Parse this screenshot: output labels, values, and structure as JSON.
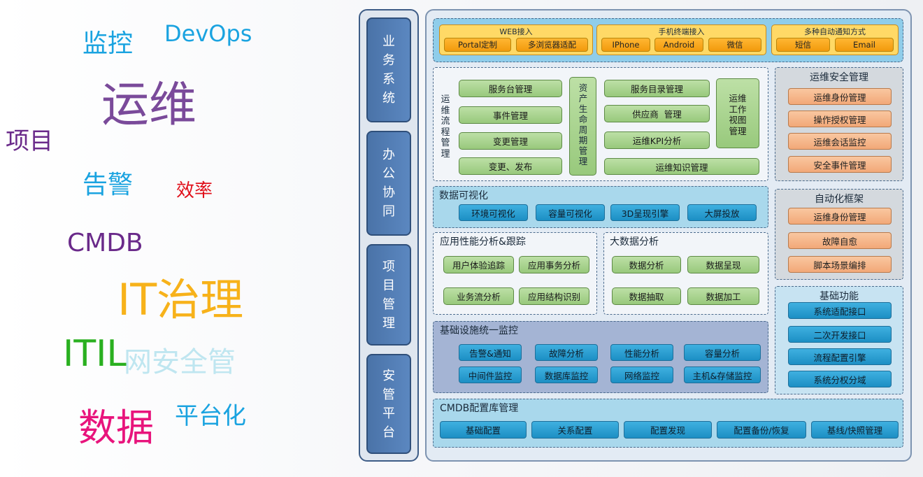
{
  "word_cloud": [
    {
      "text": "监控",
      "color": "#1aa3e0"
    },
    {
      "text": "DevOps",
      "color": "#1aa3e0"
    },
    {
      "text": "运维",
      "color": "#7a4a9a"
    },
    {
      "text": "项目",
      "color": "#6a2a8a"
    },
    {
      "text": "告警",
      "color": "#1aa3e0"
    },
    {
      "text": "效率",
      "color": "#e0101a"
    },
    {
      "text": "CMDB",
      "color": "#6a2a8a"
    },
    {
      "text": "IT治理",
      "color": "#f7b21a"
    },
    {
      "text": "ITIL",
      "color": "#2ab020"
    },
    {
      "text": "网安全管",
      "color": "#bfe6f0"
    },
    {
      "text": "数据",
      "color": "#e8147c"
    },
    {
      "text": "平台化",
      "color": "#1aa3e0"
    }
  ],
  "left_nav": [
    "业务系统",
    "办公协同",
    "项目管理",
    "安管平台"
  ],
  "access": {
    "web": {
      "title": "WEB接入",
      "items": [
        "Portal定制",
        "多浏览器适配"
      ]
    },
    "mobile": {
      "title": "手机终端接入",
      "items": [
        "IPhone",
        "Android",
        "微信"
      ]
    },
    "notify": {
      "title": "多种自动通知方式",
      "items": [
        "短信",
        "Email"
      ]
    }
  },
  "ops_process": {
    "label": "运维流程管理",
    "col1": [
      "服务台管理",
      "事件管理",
      "变更管理",
      "变更、发布"
    ],
    "asset_label": "资产生命周期管理",
    "col2": [
      "服务目录管理",
      "供应商  管理",
      "运维KPI分析"
    ],
    "bottom": "运维知识管理",
    "workview": "运维工作视图管理"
  },
  "security": {
    "title": "运维安全管理",
    "items": [
      "运维身份管理",
      "操作授权管理",
      "运维会话监控",
      "安全事件管理"
    ]
  },
  "visual": {
    "title": "数据可视化",
    "items": [
      "环境可视化",
      "容量可视化",
      "3D呈现引擎",
      "大屏投放"
    ]
  },
  "automation": {
    "title": "自动化框架",
    "items": [
      "运维身份管理",
      "故障自愈",
      "脚本场景编排"
    ]
  },
  "apm": {
    "title": "应用性能分析&跟踪",
    "items": [
      "用户体验追踪",
      "应用事务分析",
      "业务流分析",
      "应用结构识别"
    ]
  },
  "bigdata": {
    "title": "大数据分析",
    "items": [
      "数据分析",
      "数据呈现",
      "数据抽取",
      "数据加工"
    ]
  },
  "basic": {
    "title": "基础功能",
    "items": [
      "系统适配接口",
      "二次开发接口",
      "流程配置引擎",
      "系统分权分域"
    ]
  },
  "infra": {
    "title": "基础设施统一监控",
    "items": [
      "告警&通知",
      "故障分析",
      "性能分析",
      "容量分析",
      "中间件监控",
      "数据库监控",
      "网络监控",
      "主机&存储监控"
    ]
  },
  "cmdb": {
    "title": "CMDB配置库管理",
    "items": [
      "基础配置",
      "关系配置",
      "配置发现",
      "配置备份/恢复",
      "基线/快照管理"
    ]
  }
}
